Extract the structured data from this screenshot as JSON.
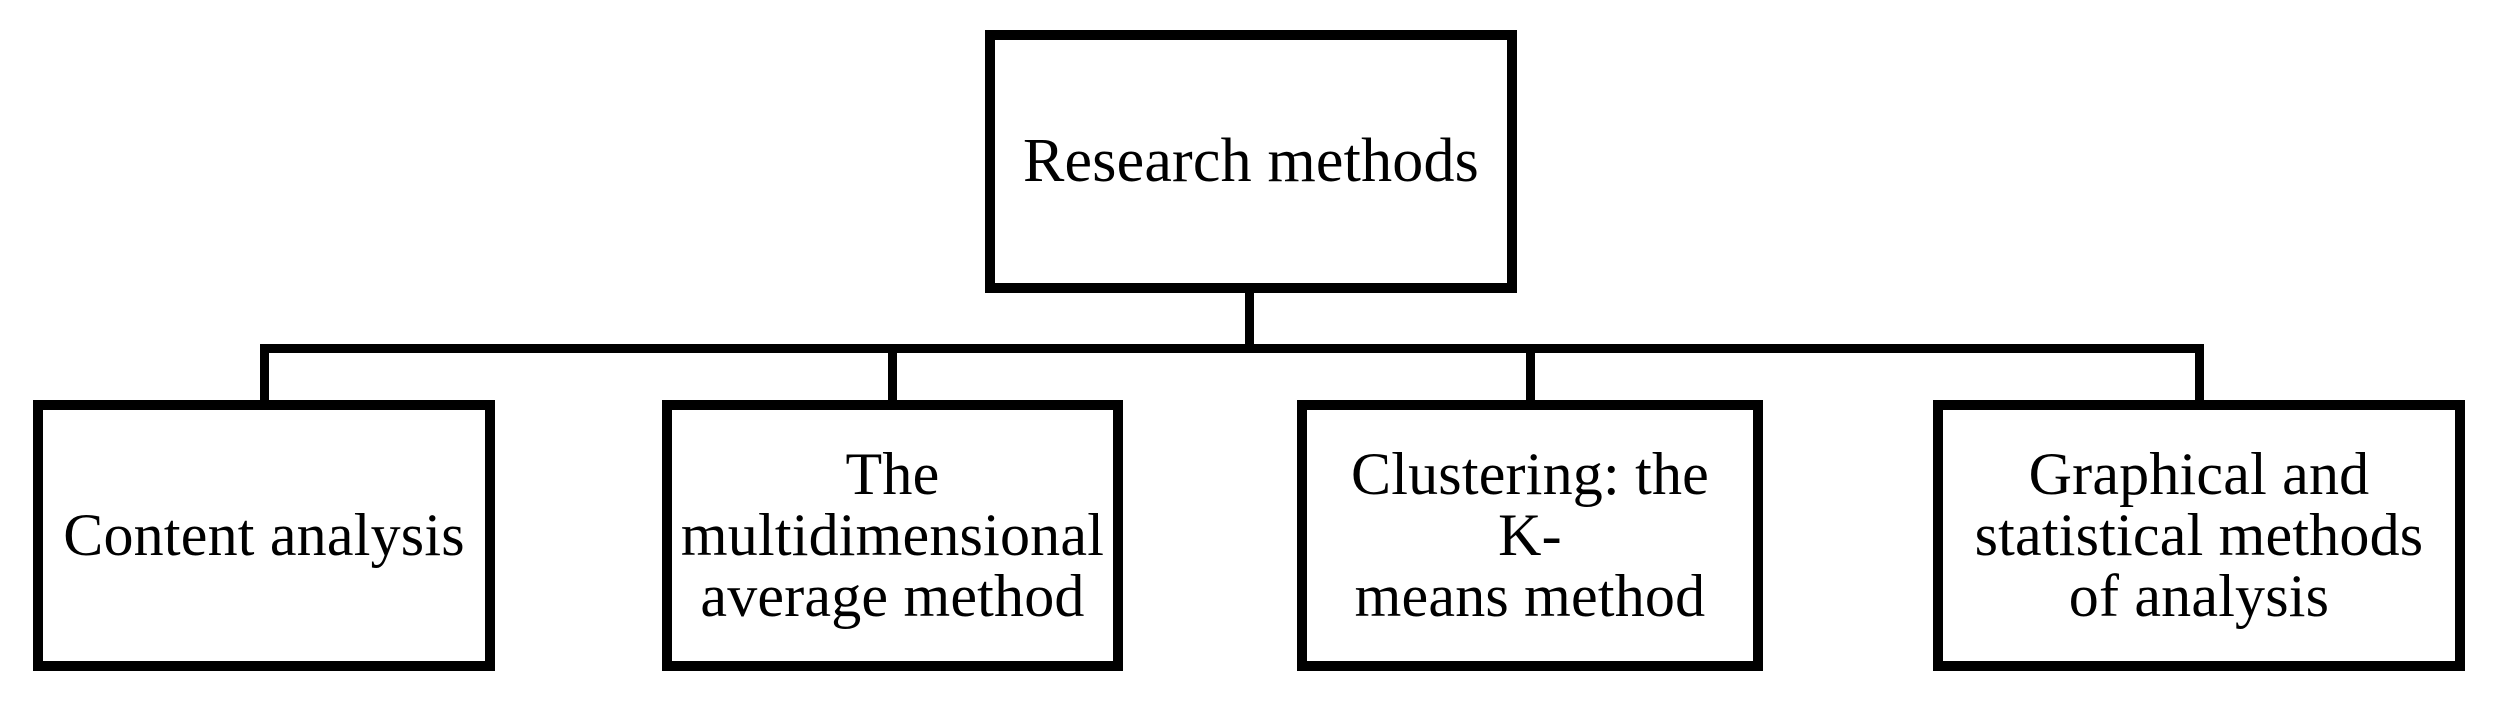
{
  "diagram": {
    "title": "Research methods",
    "orientation": "top-down-tree",
    "colors": {
      "background": "#ffffff",
      "border": "#000000",
      "text": "#000000",
      "connector": "#000000"
    },
    "root": {
      "id": "research-methods",
      "label": "Research methods"
    },
    "children": [
      {
        "id": "content-analysis",
        "label": "Content analysis",
        "lines": [
          "Content analysis"
        ]
      },
      {
        "id": "multidimensional-average-method",
        "label": "The multidimensional average method",
        "lines": [
          "The",
          "multidimensional",
          "average method"
        ]
      },
      {
        "id": "clustering-k-means-method",
        "label": "Clustering: the K-means method",
        "lines": [
          "Clustering: the K-",
          "means method"
        ]
      },
      {
        "id": "graphical-statistical-methods-of-analysis",
        "label": "Graphical and statistical methods of analysis",
        "lines": [
          "Graphical and",
          "statistical methods",
          "of analysis"
        ]
      }
    ]
  }
}
